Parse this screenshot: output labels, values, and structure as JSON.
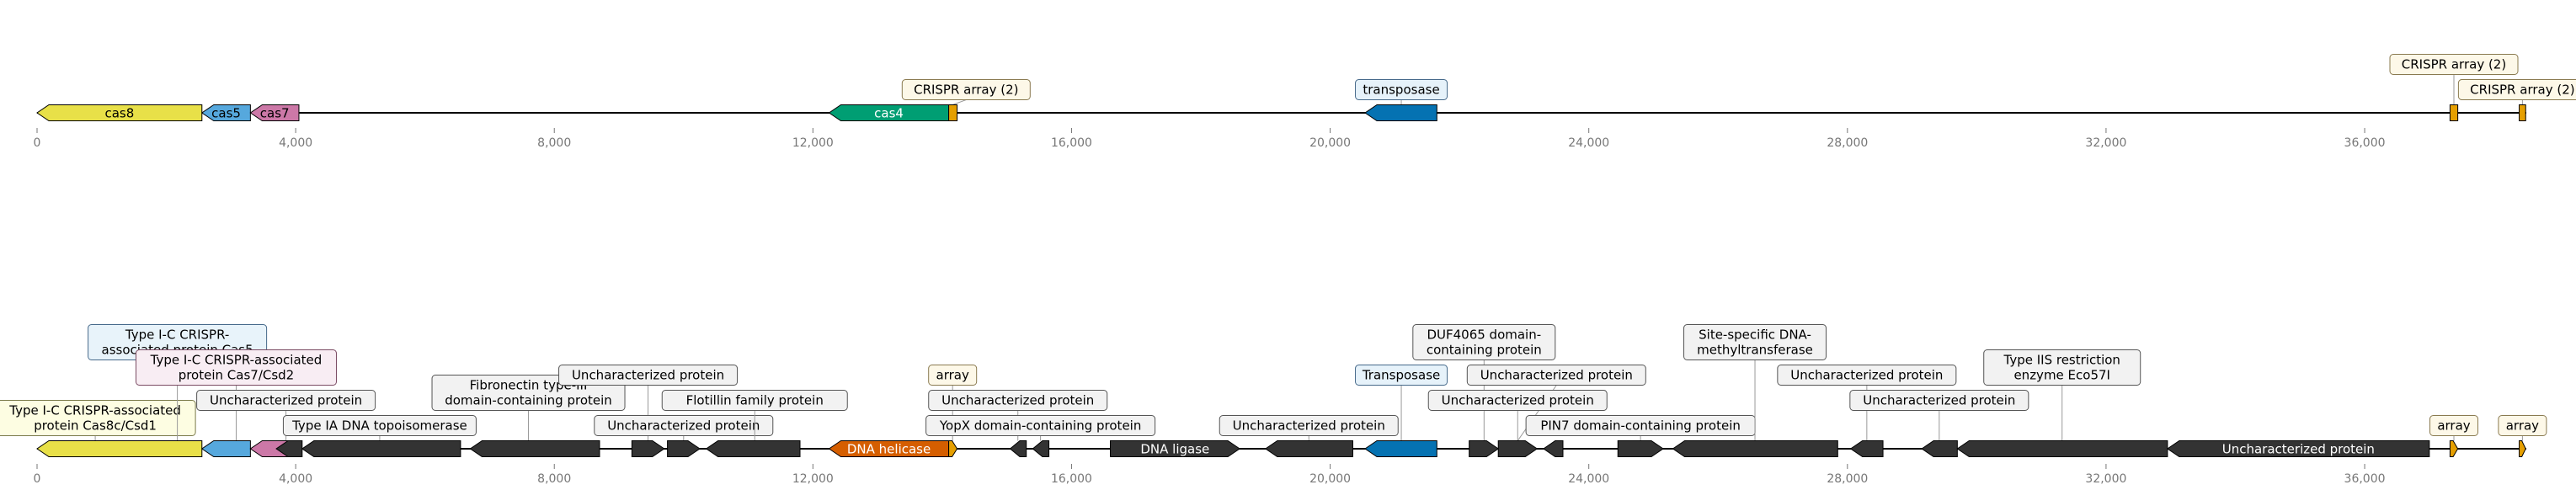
{
  "colors": {
    "cas8": "#e8e048",
    "cas5": "#56a8dd",
    "cas7": "#cc78a7",
    "cas4": "#009e73",
    "crispr": "#e59f01",
    "transposase": "#0572b2",
    "helicase": "#d55e00",
    "dark": "#333333",
    "axis": "#000000",
    "tick": "#777777"
  },
  "axis": {
    "max": 38500,
    "ticks": [
      0,
      4000,
      8000,
      12000,
      16000,
      20000,
      24000,
      28000,
      32000,
      36000
    ],
    "tick_labels": [
      "0",
      "4,000",
      "8,000",
      "12,000",
      "16,000",
      "20,000",
      "24,000",
      "28,000",
      "32,000",
      "36,000"
    ]
  },
  "tracks": [
    {
      "id": "top",
      "genes": [
        {
          "start": 0,
          "end": 2550,
          "strand": -1,
          "color": "cas8",
          "text": "cas8",
          "text_color": "#000000"
        },
        {
          "start": 2550,
          "end": 3300,
          "strand": -1,
          "color": "cas5",
          "text": "cas5",
          "text_color": "#000000"
        },
        {
          "start": 3300,
          "end": 4050,
          "strand": -1,
          "color": "cas7",
          "text": "cas7",
          "text_color": "#000000"
        },
        {
          "start": 12250,
          "end": 14100,
          "strand": -1,
          "color": "cas4",
          "text": "cas4",
          "text_color": "#ffffff"
        },
        {
          "start": 14100,
          "end": 14230,
          "strand": 0,
          "color": "crispr",
          "text": "",
          "text_color": "#000000"
        },
        {
          "start": 20540,
          "end": 21650,
          "strand": -1,
          "color": "transposase",
          "text": "",
          "text_color": "#ffffff"
        },
        {
          "start": 37320,
          "end": 37440,
          "strand": 0,
          "color": "crispr",
          "text": "",
          "text_color": "#000000"
        },
        {
          "start": 38390,
          "end": 38490,
          "strand": 0,
          "color": "crispr",
          "text": "",
          "text_color": "#000000"
        }
      ],
      "labels": [
        {
          "text": "CRISPR array (2)",
          "anchor": 14160,
          "box_center": 14370,
          "level": 1,
          "bg": "#fdf8e8",
          "border": "#8a7a50"
        },
        {
          "text": "transposase",
          "anchor": 21100,
          "box_center": 21100,
          "level": 1,
          "bg": "#e6f2fa",
          "border": "#46698a"
        },
        {
          "text": "CRISPR array (2)",
          "anchor": 37380,
          "box_center": 37380,
          "level": 2,
          "bg": "#fdf8e8",
          "border": "#8a7a50"
        },
        {
          "text": "CRISPR array (2)",
          "anchor": 38440,
          "box_center": 38440,
          "level": 1,
          "bg": "#fdf8e8",
          "border": "#8a7a50"
        }
      ]
    },
    {
      "id": "bottom",
      "genes": [
        {
          "start": 0,
          "end": 2550,
          "strand": -1,
          "color": "cas8",
          "text": "",
          "text_color": "#000000"
        },
        {
          "start": 2550,
          "end": 3300,
          "strand": -1,
          "color": "cas5",
          "text": "",
          "text_color": "#000000"
        },
        {
          "start": 3300,
          "end": 4050,
          "strand": -1,
          "color": "cas7",
          "text": "",
          "text_color": "#000000"
        },
        {
          "start": 3700,
          "end": 4100,
          "strand": -1,
          "color": "dark",
          "text": "",
          "text_color": "#ffffff"
        },
        {
          "start": 4100,
          "end": 6550,
          "strand": -1,
          "color": "dark",
          "text": "",
          "text_color": "#ffffff"
        },
        {
          "start": 6700,
          "end": 8700,
          "strand": -1,
          "color": "dark",
          "text": "",
          "text_color": "#ffffff"
        },
        {
          "start": 9200,
          "end": 9700,
          "strand": 1,
          "color": "dark",
          "text": "",
          "text_color": "#ffffff"
        },
        {
          "start": 9750,
          "end": 10250,
          "strand": 1,
          "color": "dark",
          "text": "",
          "text_color": "#ffffff"
        },
        {
          "start": 10350,
          "end": 11800,
          "strand": -1,
          "color": "dark",
          "text": "",
          "text_color": "#ffffff"
        },
        {
          "start": 12250,
          "end": 14100,
          "strand": -1,
          "color": "helicase",
          "text": "DNA helicase",
          "text_color": "#ffffff"
        },
        {
          "start": 14100,
          "end": 14230,
          "strand": 1,
          "color": "crispr",
          "text": "",
          "text_color": "#000000"
        },
        {
          "start": 15050,
          "end": 15300,
          "strand": -1,
          "color": "dark",
          "text": "",
          "text_color": "#ffffff"
        },
        {
          "start": 15400,
          "end": 15650,
          "strand": -1,
          "color": "dark",
          "text": "",
          "text_color": "#ffffff"
        },
        {
          "start": 16600,
          "end": 18600,
          "strand": 1,
          "color": "dark",
          "text": "DNA ligase",
          "text_color": "#ffffff"
        },
        {
          "start": 19000,
          "end": 20350,
          "strand": -1,
          "color": "dark",
          "text": "",
          "text_color": "#ffffff"
        },
        {
          "start": 20540,
          "end": 21650,
          "strand": -1,
          "color": "transposase",
          "text": "",
          "text_color": "#ffffff"
        },
        {
          "start": 22150,
          "end": 22600,
          "strand": 1,
          "color": "dark",
          "text": "",
          "text_color": "#ffffff"
        },
        {
          "start": 22600,
          "end": 23200,
          "strand": 1,
          "color": "dark",
          "text": "",
          "text_color": "#ffffff"
        },
        {
          "start": 23300,
          "end": 23600,
          "strand": -1,
          "color": "dark",
          "text": "",
          "text_color": "#ffffff"
        },
        {
          "start": 24450,
          "end": 25150,
          "strand": 1,
          "color": "dark",
          "text": "",
          "text_color": "#ffffff"
        },
        {
          "start": 25300,
          "end": 27850,
          "strand": -1,
          "color": "dark",
          "text": "",
          "text_color": "#ffffff"
        },
        {
          "start": 28050,
          "end": 28550,
          "strand": -1,
          "color": "dark",
          "text": "",
          "text_color": "#ffffff"
        },
        {
          "start": 29150,
          "end": 29700,
          "strand": -1,
          "color": "dark",
          "text": "",
          "text_color": "#ffffff"
        },
        {
          "start": 29700,
          "end": 32950,
          "strand": -1,
          "color": "dark",
          "text": "",
          "text_color": "#ffffff"
        },
        {
          "start": 32950,
          "end": 37000,
          "strand": -1,
          "color": "dark",
          "text": "Uncharacterized protein",
          "text_color": "#ffffff"
        },
        {
          "start": 37320,
          "end": 37440,
          "strand": 1,
          "color": "crispr",
          "text": "",
          "text_color": "#000000"
        },
        {
          "start": 38390,
          "end": 38490,
          "strand": 1,
          "color": "crispr",
          "text": "",
          "text_color": "#000000"
        }
      ],
      "labels": [
        {
          "text": "Type I-C CRISPR-associated\nprotein Cas8c/Csd1",
          "anchor": 900,
          "box_center": 900,
          "level": 1,
          "bg": "#fdfde2",
          "border": "#7a7a4a"
        },
        {
          "text": "Type I-C CRISPR-\nassociated protein Cas5",
          "anchor": 2170,
          "box_center": 2170,
          "level": 4,
          "bg": "#e8f3fa",
          "border": "#46698a"
        },
        {
          "text": "Type I-C CRISPR-associated\nprotein Cas7/Csd2",
          "anchor": 3080,
          "box_center": 3080,
          "level": 3,
          "bg": "#f8edf3",
          "border": "#7a4a62"
        },
        {
          "text": "Uncharacterized protein",
          "anchor": 3850,
          "box_center": 3850,
          "level": 2,
          "bg": "#f2f2f2",
          "border": "#555555"
        },
        {
          "text": "Type IA DNA topoisomerase",
          "anchor": 5300,
          "box_center": 5300,
          "level": 1,
          "bg": "#f2f2f2",
          "border": "#555555"
        },
        {
          "text": "Fibronectin type-III\ndomain-containing protein",
          "anchor": 7600,
          "box_center": 7600,
          "level": 2,
          "bg": "#f2f2f2",
          "border": "#555555"
        },
        {
          "text": "Uncharacterized protein",
          "anchor": 9450,
          "box_center": 9450,
          "level": 3,
          "bg": "#f2f2f2",
          "border": "#555555"
        },
        {
          "text": "Uncharacterized protein",
          "anchor": 10000,
          "box_center": 10000,
          "level": 1,
          "bg": "#f2f2f2",
          "border": "#555555"
        },
        {
          "text": "Flotillin family protein",
          "anchor": 11100,
          "box_center": 11100,
          "level": 2,
          "bg": "#f2f2f2",
          "border": "#555555"
        },
        {
          "text": "array",
          "anchor": 14160,
          "box_center": 14160,
          "level": 3,
          "bg": "#fdf8e8",
          "border": "#8a7a50"
        },
        {
          "text": "Uncharacterized protein",
          "anchor": 15170,
          "box_center": 15170,
          "level": 2,
          "bg": "#f2f2f2",
          "border": "#555555"
        },
        {
          "text": "YopX domain-containing protein",
          "anchor": 15520,
          "box_center": 15520,
          "level": 1,
          "bg": "#f2f2f2",
          "border": "#555555"
        },
        {
          "text": "Uncharacterized protein",
          "anchor": 19670,
          "box_center": 19670,
          "level": 1,
          "bg": "#f2f2f2",
          "border": "#555555"
        },
        {
          "text": "Transposase",
          "anchor": 21100,
          "box_center": 21100,
          "level": 3,
          "bg": "#e6f2fa",
          "border": "#46698a"
        },
        {
          "text": "DUF4065 domain-\ncontaining protein",
          "anchor": 22380,
          "box_center": 22380,
          "level": 4,
          "bg": "#f2f2f2",
          "border": "#555555"
        },
        {
          "text": "Uncharacterized protein",
          "anchor": 22900,
          "box_center": 23500,
          "level": 3,
          "bg": "#f2f2f2",
          "border": "#555555"
        },
        {
          "text": "Uncharacterized protein",
          "anchor": 22900,
          "box_center": 22900,
          "level": 2,
          "bg": "#f2f2f2",
          "border": "#555555"
        },
        {
          "text": "PIN7 domain-containing protein",
          "anchor": 24800,
          "box_center": 24800,
          "level": 1,
          "bg": "#f2f2f2",
          "border": "#555555"
        },
        {
          "text": "Site-specific DNA-\nmethyltransferase",
          "anchor": 26570,
          "box_center": 26570,
          "level": 4,
          "bg": "#f2f2f2",
          "border": "#555555"
        },
        {
          "text": "Uncharacterized protein",
          "anchor": 28300,
          "box_center": 28300,
          "level": 3,
          "bg": "#f2f2f2",
          "border": "#555555"
        },
        {
          "text": "Uncharacterized protein",
          "anchor": 29420,
          "box_center": 29420,
          "level": 2,
          "bg": "#f2f2f2",
          "border": "#555555"
        },
        {
          "text": "Type IIS restriction\nenzyme Eco57I",
          "anchor": 31320,
          "box_center": 31320,
          "level": 3,
          "bg": "#f2f2f2",
          "border": "#555555"
        },
        {
          "text": "array",
          "anchor": 37380,
          "box_center": 37380,
          "level": 1,
          "bg": "#fdf8e8",
          "border": "#8a7a50"
        },
        {
          "text": "array",
          "anchor": 38440,
          "box_center": 38440,
          "level": 1,
          "bg": "#fdf8e8",
          "border": "#8a7a50"
        }
      ]
    }
  ]
}
